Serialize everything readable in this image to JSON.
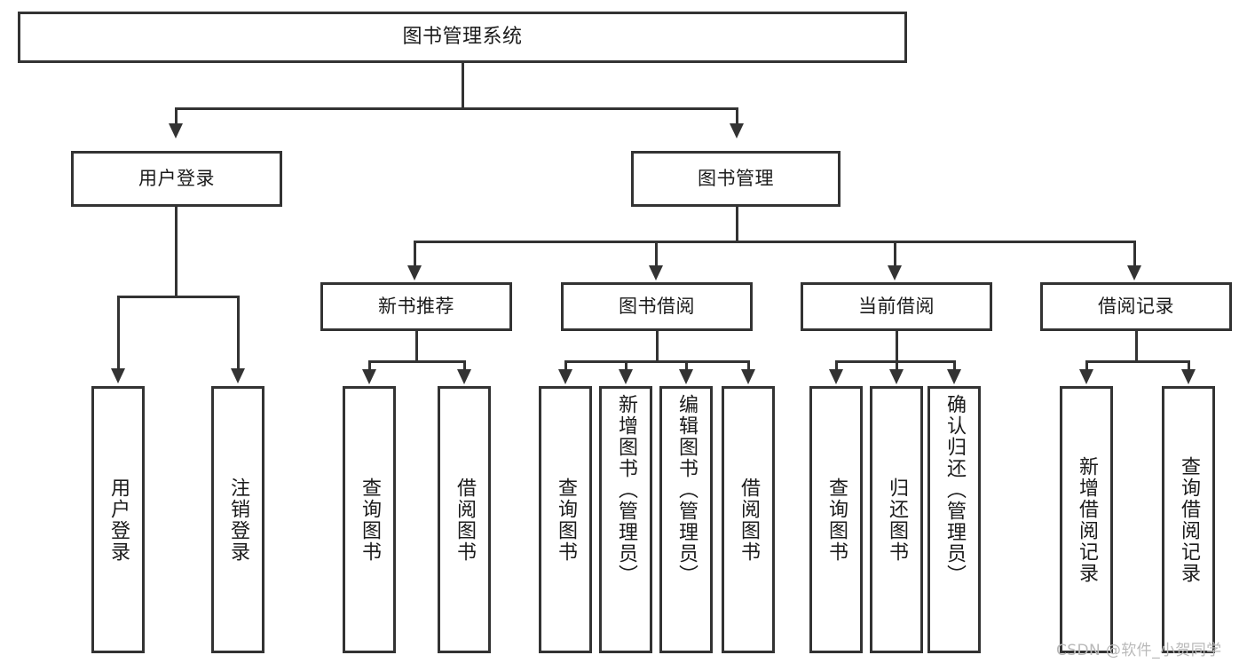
{
  "diagram": {
    "type": "org-chart",
    "title": "图书管理系统",
    "root": {
      "label": "图书管理系统"
    },
    "level2": [
      {
        "label": "用户登录"
      },
      {
        "label": "图书管理"
      }
    ],
    "level3": [
      {
        "label": "新书推荐"
      },
      {
        "label": "图书借阅"
      },
      {
        "label": "当前借阅"
      },
      {
        "label": "借阅记录"
      }
    ],
    "leaves": {
      "user_login": [
        {
          "label": "用户登录"
        },
        {
          "label": "注销登录"
        }
      ],
      "new_book_recommend": [
        {
          "label": "查询图书"
        },
        {
          "label": "借阅图书"
        }
      ],
      "book_borrow": [
        {
          "label": "查询图书"
        },
        {
          "label": "新增图书（管理员）"
        },
        {
          "label": "编辑图书（管理员）"
        },
        {
          "label": "借阅图书"
        }
      ],
      "current_borrow": [
        {
          "label": "查询图书"
        },
        {
          "label": "归还图书"
        },
        {
          "label": "确认归还（管理员）"
        }
      ],
      "borrow_record": [
        {
          "label": "新增借阅记录"
        },
        {
          "label": "查询借阅记录"
        }
      ]
    }
  },
  "watermark": {
    "text": "CSDN @软件_小贺同学"
  },
  "colors": {
    "border": "#333333",
    "background": "#ffffff",
    "text": "#1b1b1b",
    "watermark": "#b9b9b9"
  }
}
